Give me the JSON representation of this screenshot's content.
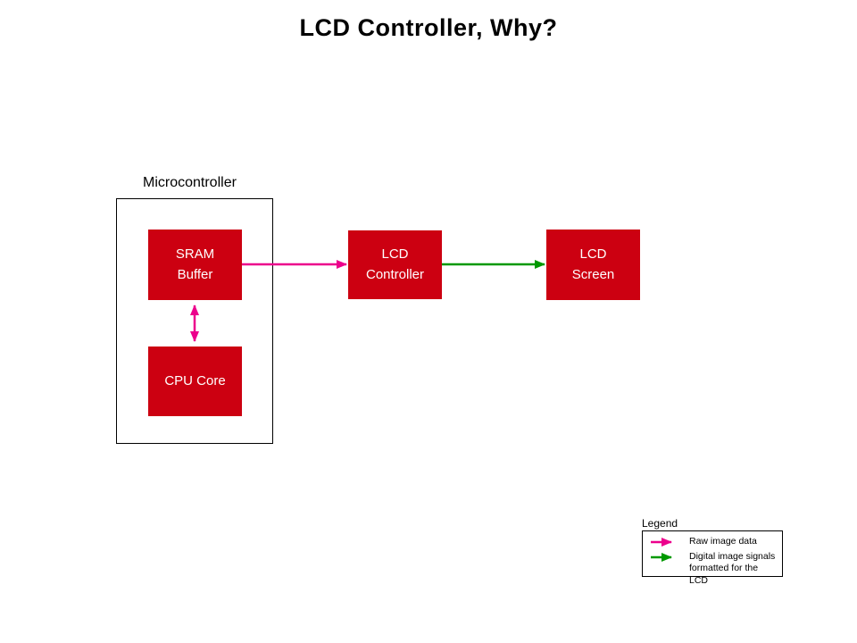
{
  "title": "LCD Controller, Why?",
  "colors": {
    "box-red": "#cc0011",
    "arrow-pink": "#ec008c",
    "arrow-green": "#009900",
    "box-text": "#ffffff",
    "line-black": "#000000"
  },
  "microcontroller": {
    "label": "Microcontroller"
  },
  "blocks": {
    "sram": "SRAM\nBuffer",
    "cpu": "CPU Core",
    "lcd_controller": "LCD\nController",
    "lcd_screen": "LCD\nScreen"
  },
  "legend": {
    "title": "Legend",
    "raw_label": "Raw image data",
    "digital_label": "Digital image signals\nformatted for the LCD"
  }
}
